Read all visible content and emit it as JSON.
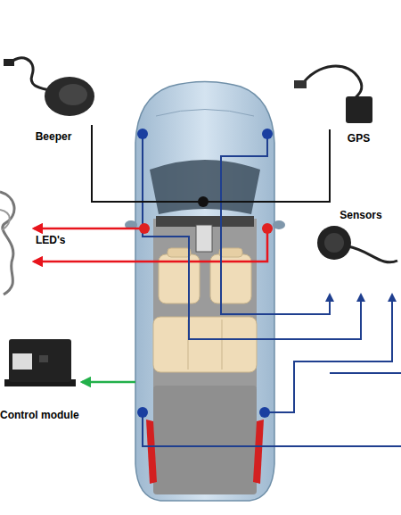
{
  "diagram": {
    "nodes": [
      {
        "text": [
          "Beeper"
        ]
      },
      {
        "text": [
          "GPS"
        ]
      },
      {
        "text": [
          "LED's"
        ]
      },
      {
        "text": [
          "Sensors"
        ]
      },
      {
        "text": [
          "Control module"
        ]
      }
    ],
    "edges": [
      {
        "from": 0,
        "to": 1,
        "arrow": "none"
      }
    ]
  }
}
